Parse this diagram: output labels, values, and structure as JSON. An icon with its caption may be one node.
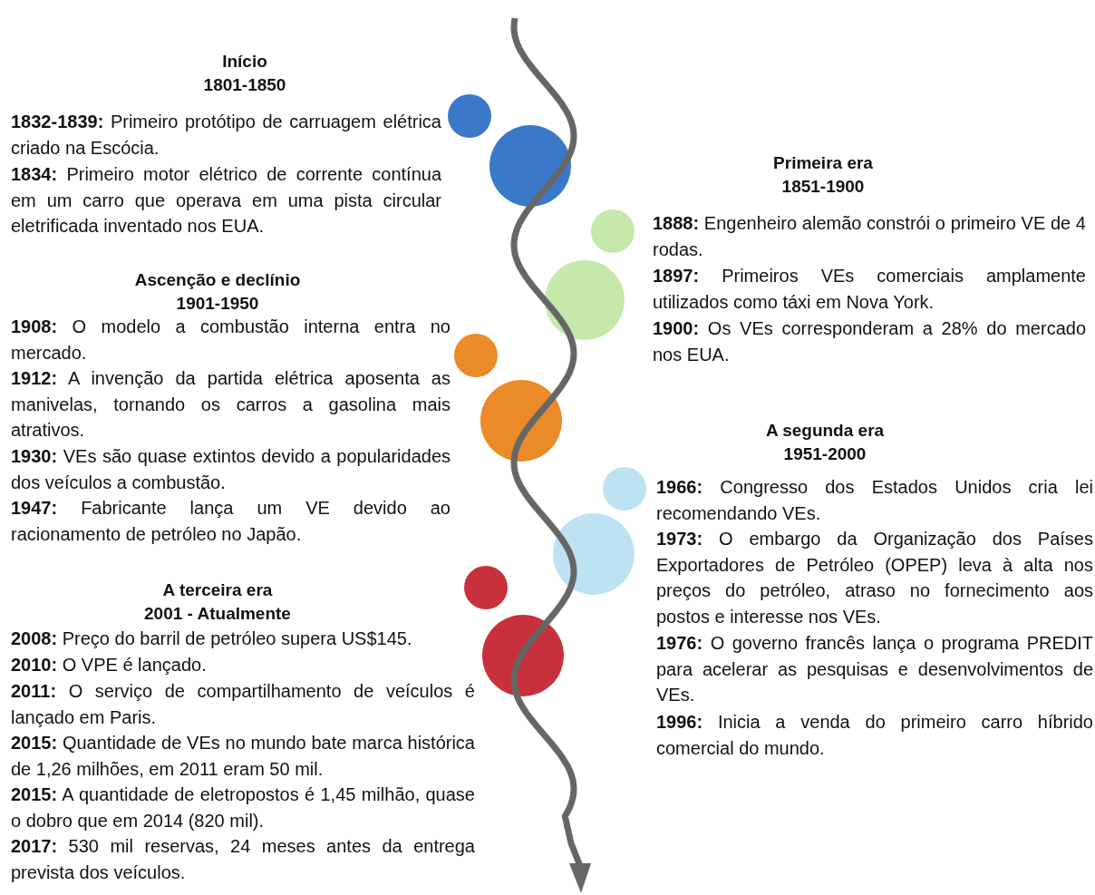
{
  "diagram": {
    "labels": [
      "Início",
      "1801-1850",
      "**1832-1839:** Primeiro protótipo de carruagem elétrica criado na Escócia.",
      "**1834:** Primeiro motor elétrico de corrente contínua em um carro que operava em uma pista circular eletrificada inventado nos EUA.",
      "Primeira era",
      "1851-1900",
      "**1888:** Engenheiro alemão constrói o primeiro VE de 4 rodas.",
      "**1897:** Primeiros VEs comerciais amplamente utilizados como táxi em Nova York.",
      "**1900:** Os VEs corresponderam a 28% do mercado nos EUA.",
      "Ascenção e declínio",
      "1901-1950",
      "**1908:** O modelo a combustão interna entra no mercado.",
      "**1912:** A invenção da partida elétrica aposenta as manivelas, tornando os carros a gasolina mais atrativos.",
      "**1930:** VEs são quase extintos devido a popularidades dos veículos a combustão.",
      "**1947:** Fabricante lança um VE devido ao racionamento de petróleo no Japão.",
      "A segunda era",
      "1951-2000",
      "**1966:** Congresso dos Estados Unidos cria lei recomendando VEs.",
      "**1973:** O embargo da Organização dos Países Exportadores de Petróleo (OPEP) leva à alta nos preços do petróleo, atraso no fornecimento aos postos e interesse nos VEs.",
      "**1976:** O governo francês lança o programa PREDIT para acelerar as pesquisas e desenvolvimentos de VEs.",
      "**1996:** Inicia a venda do primeiro carro híbrido comercial do mundo.",
      "A terceira era",
      "2001 - Atualmente",
      "**2008:** Preço do barril de petróleo supera US$145.",
      "**2010:** O VPE é lançado.",
      "**2011:** O serviço de compartilhamento de veículos é lançado em Paris.",
      "**2015:** Quantidade de VEs no mundo bate marca histórica de 1,26 milhões, em 2011 eram 50 mil.",
      "**2015:** A quantidade de eletropostos é 1,45 milhão, quase o dobro que em 2014 (820 mil).",
      "**2017:** 530 mil reservas, 24 meses antes da entrega prevista dos veículos."
    ]
  }
}
